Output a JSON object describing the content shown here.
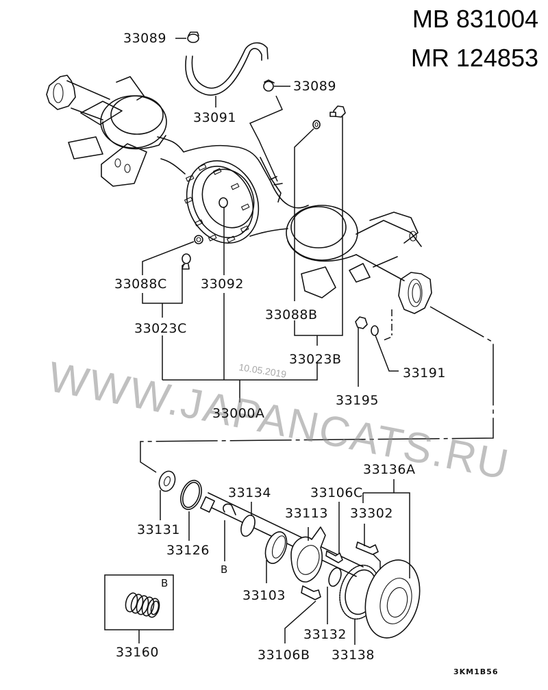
{
  "header": {
    "part_numbers": [
      "MB 831004",
      "MR 124853"
    ]
  },
  "diagram": {
    "title": "Rear axle housing and axle shaft assembly",
    "drawing_code": "3KM1B56",
    "watermark": "WWW.JAPANCATS.RU",
    "watermark_date": "10.05.2019",
    "detail_box_tag": "B",
    "shaft_ref_tag": "B",
    "callouts": [
      {
        "id": "33089-top",
        "label": "33089"
      },
      {
        "id": "33089-mid",
        "label": "33089"
      },
      {
        "id": "33091",
        "label": "33091"
      },
      {
        "id": "33088C",
        "label": "33088C"
      },
      {
        "id": "33092",
        "label": "33092"
      },
      {
        "id": "33088B",
        "label": "33088B"
      },
      {
        "id": "33023C",
        "label": "33023C"
      },
      {
        "id": "33023B",
        "label": "33023B"
      },
      {
        "id": "33191",
        "label": "33191"
      },
      {
        "id": "33195",
        "label": "33195"
      },
      {
        "id": "33000A",
        "label": "33000A"
      },
      {
        "id": "33136A",
        "label": "33136A"
      },
      {
        "id": "33134",
        "label": "33134"
      },
      {
        "id": "33106C",
        "label": "33106C"
      },
      {
        "id": "33113",
        "label": "33113"
      },
      {
        "id": "33302",
        "label": "33302"
      },
      {
        "id": "33131",
        "label": "33131"
      },
      {
        "id": "33126",
        "label": "33126"
      },
      {
        "id": "33103",
        "label": "33103"
      },
      {
        "id": "33132",
        "label": "33132"
      },
      {
        "id": "33160",
        "label": "33160"
      },
      {
        "id": "33106B",
        "label": "33106B"
      },
      {
        "id": "33138",
        "label": "33138"
      }
    ]
  }
}
